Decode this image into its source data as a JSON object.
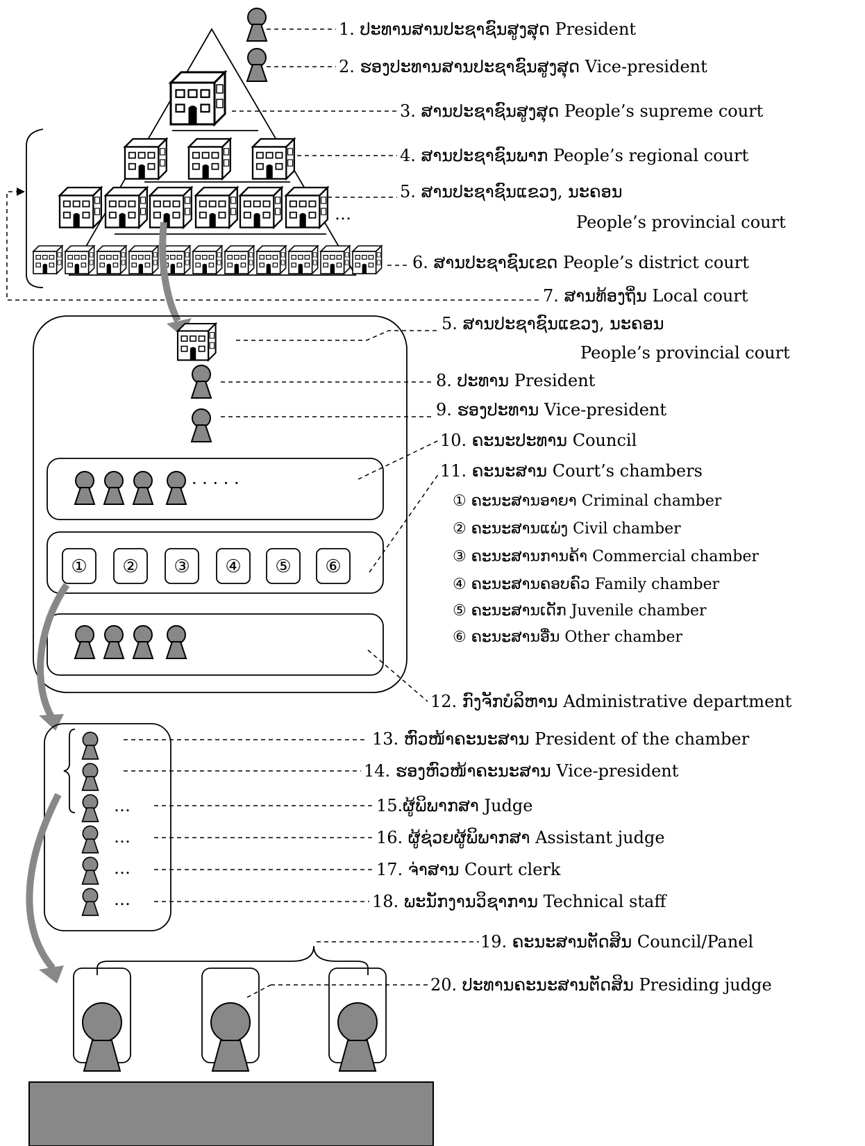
{
  "labels": {
    "l1": "1. ປະທານສານປະຊາຊົນສູງສຸດ  President",
    "l2": "2. ຮອງປະທານສານປະຊາຊົນສູງສຸດ     Vice-president",
    "l3": "3. ສານປະຊາຊົນສູງສຸດ   People’s supreme court",
    "l4": "4. ສານປະຊາຊົນພາກ       People’s regional court",
    "l5a": "5. ສານປະຊາຊົນແຂວງ, ນະຄອນ",
    "l5b": "People’s provincial court",
    "l6": "6. ສານປະຊາຊົນເຂດ   People’s district court",
    "l7": "7. ສານທ້ອງຖິ່ນ     Local court",
    "l5c": "5. ສານປະຊາຊົນແຂວງ, ນະຄອນ",
    "l5d": "People’s provincial court",
    "l8": "8. ປະທານ     President",
    "l9": "9. ຮອງປະທານ     Vice-president",
    "l10": "10. ຄະນະປະທານ      Council",
    "l11": "11. ຄະນະສານ      Court’s chambers",
    "c1": "① ຄະນະສານອາຍາ      Criminal chamber",
    "c2": "② ຄະນະສານແພ່ງ      Civil chamber",
    "c3": "③ ຄະນະສານການຄ້າ      Commercial chamber",
    "c4": "④ ຄະນະສານຄອບຄົວ      Family chamber",
    "c5": "⑤ ຄະນະສານເດັກ      Juvenile chamber",
    "c6": "⑥ ຄະນະສານອື່ນ      Other chamber",
    "l12": "12. ກົງຈັກບໍລິຫານ     Administrative department",
    "l13": "13. ຫົວໜ້າຄະນະສານ  President of the chamber",
    "l14": "14. ຮອງຫົວໜ້າຄະນະສານ   Vice-president",
    "l15": "15.ຜູ້ພິພາກສາ  Judge",
    "l16": "16. ຜູ້ຊ່ວຍຜູ້ພິພາກສາ  Assistant judge",
    "l17": "17. ຈ່າສານ  Court clerk",
    "l18": "18. ພະນັກງານວິຊາການ      Technical staff",
    "l19": "19. ຄະນະສານຕັດສິນ   Council/Panel",
    "l20": "20. ປະທານຄະນະສານຕັດສິນ Presiding judge"
  },
  "chamber_numbers": [
    "①",
    "②",
    "③",
    "④",
    "⑤",
    "⑥"
  ],
  "ellipsis": "…",
  "dots": "· · · · ·"
}
